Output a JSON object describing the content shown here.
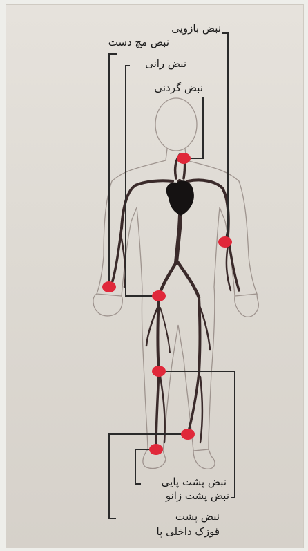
{
  "labels": {
    "brachial": "نبض بازویی",
    "wrist": "نبض مچ دست",
    "femoral": "نبض رانی",
    "carotid": "نبض گردنی",
    "dorsalis_pedis": "نبض پشت پایی",
    "popliteal": "نبض پشت زانو",
    "posterior_tibial_line1": "نبض پشت",
    "posterior_tibial_line2": "قوزک داخلی پا"
  },
  "colors": {
    "pulse_point": "#e0283a",
    "vessel": "#3a2a2a",
    "outline": "#8a7d78",
    "leader_line": "#2a2a2a"
  }
}
